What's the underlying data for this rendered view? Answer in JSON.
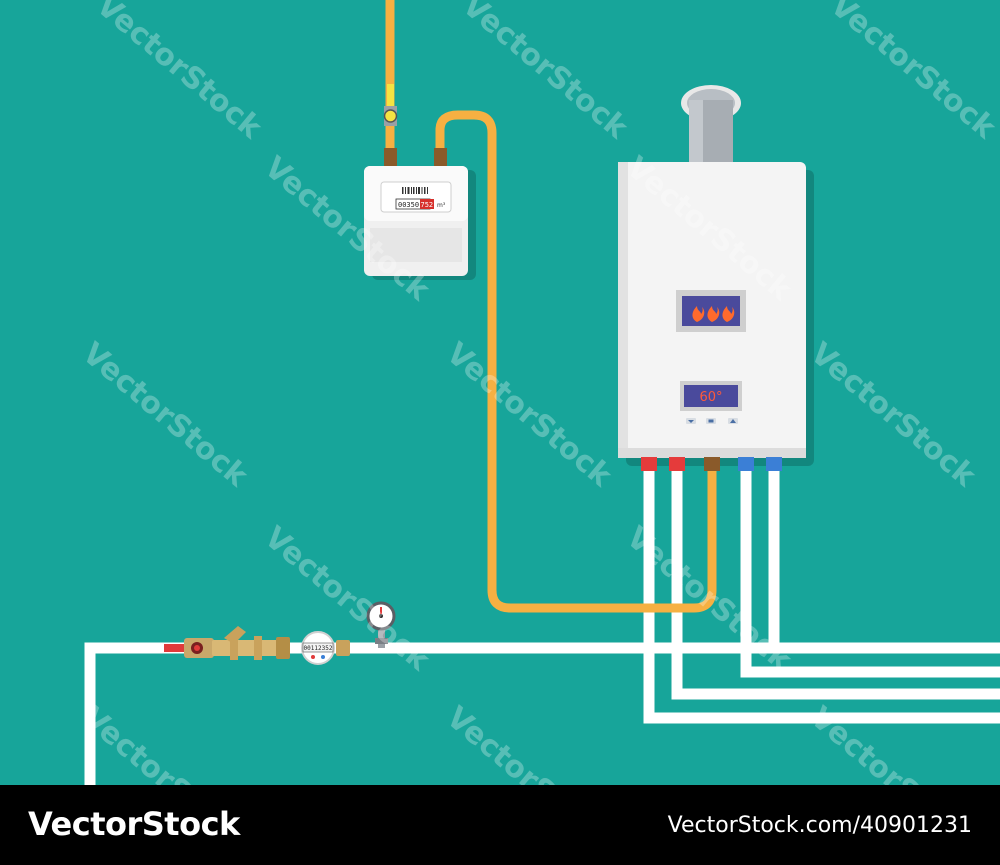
{
  "footer": {
    "brand": "VectorStock",
    "image_id": "VectorStock.com/40901231"
  },
  "watermark": {
    "text": "VectorStock"
  },
  "gas_meter": {
    "reading_black": "00350",
    "reading_red": "752",
    "unit": "m³"
  },
  "boiler": {
    "temperature": "60°",
    "flame_icons": [
      "flame-icon",
      "flame-icon",
      "flame-icon"
    ]
  },
  "water_meter": {
    "reading": "00112352"
  },
  "colors": {
    "background": "#17a59a",
    "pipe_white": "#ffffff",
    "gas_pipe": "#f6b042",
    "hot_connector": "#e53b3b",
    "cold_connector": "#3b7fd6",
    "display_bg": "#4a4a9c",
    "display_text": "#ff5a3a"
  }
}
